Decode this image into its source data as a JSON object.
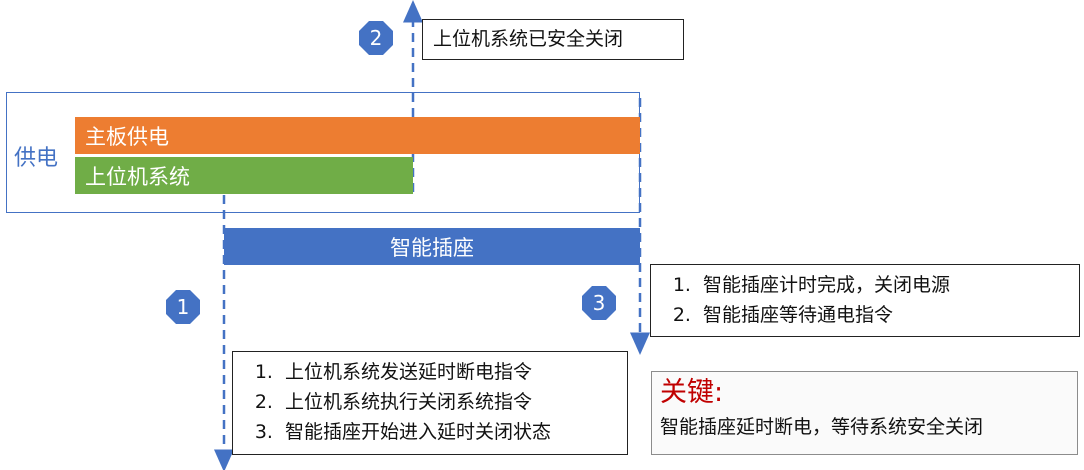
{
  "supply_label": "供电",
  "bars": {
    "mainboard": "主板供电",
    "host": "上位机系统",
    "smart_socket": "智能插座"
  },
  "steps": {
    "one": "1",
    "two": "2",
    "three": "3"
  },
  "notes": {
    "host_closed": "上位机系统已安全关闭",
    "socket_done": [
      "智能插座计时完成，关闭电源",
      "智能插座等待通电指令"
    ],
    "host_actions": [
      "上位机系统发送延时断电指令",
      "上位机系统执行关闭系统指令",
      "智能插座开始进入延时关闭状态"
    ]
  },
  "key": {
    "title": "关键:",
    "text": "智能插座延时断电，等待系统安全关闭"
  },
  "colors": {
    "blue": "#4472C4",
    "orange": "#ED7D31",
    "green": "#70AD47",
    "red": "#C00000"
  }
}
